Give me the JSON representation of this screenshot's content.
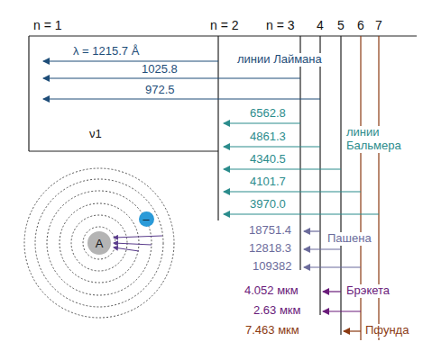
{
  "diagram": {
    "nodes": [
      {
        "text": [
          "A"
        ]
      },
      {
        "text": [
          "–"
        ]
      }
    ],
    "labels": [
      "n = 1",
      "n = 2",
      "n = 3",
      "4",
      "5",
      "6",
      "7",
      "λ = 1215.7 Å",
      "1025.8",
      "972.5",
      "линии Лаймана",
      "ν1",
      "6562.8",
      "4861.3",
      "4340.5",
      "4101.7",
      "3970.0",
      "линии Бальмера",
      "18751.4",
      "12818.3",
      "109382",
      "Пашена",
      "4.052 мкм",
      "2.63 мкм",
      "Брэкета",
      "7.463 мкм",
      "Пфунда"
    ]
  }
}
